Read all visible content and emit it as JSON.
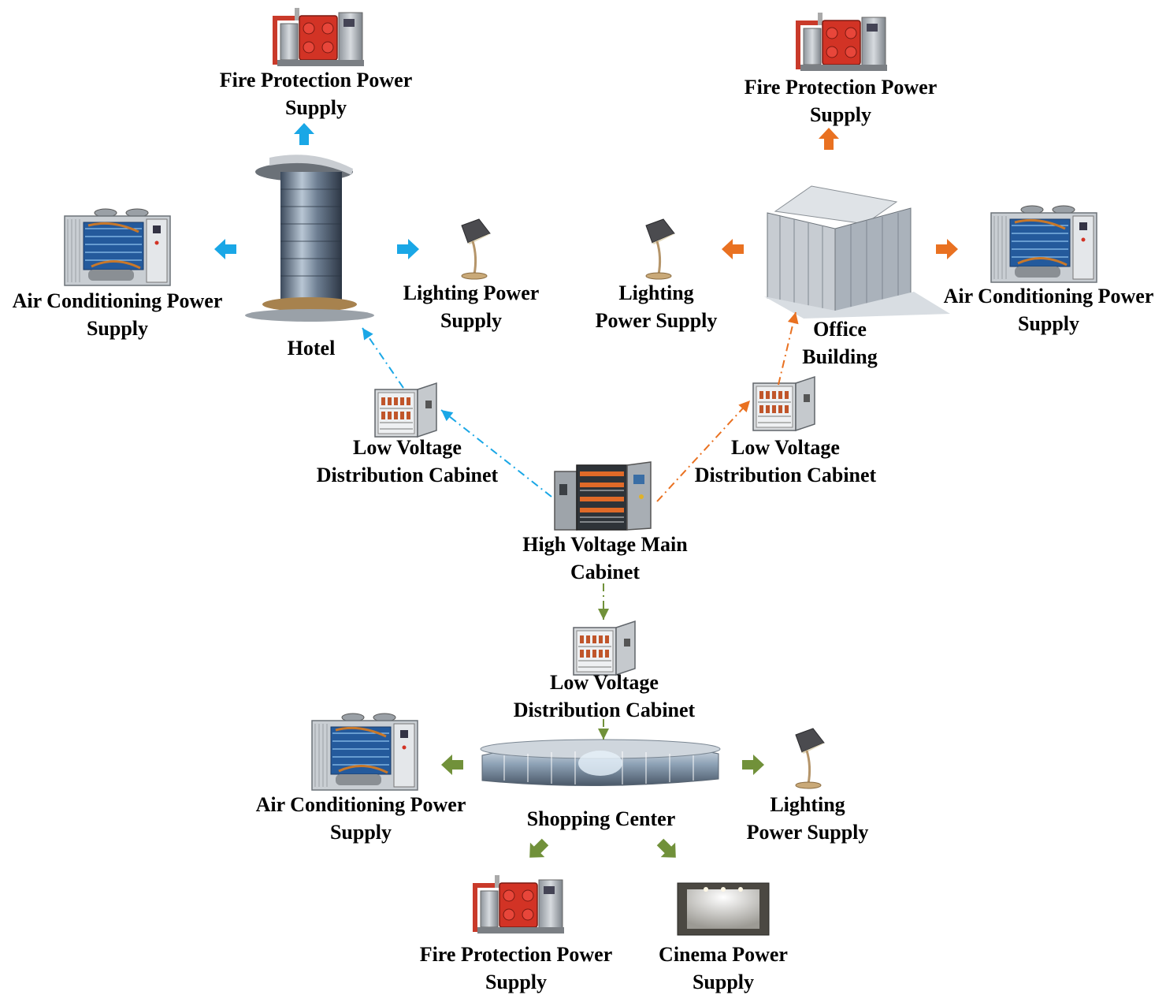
{
  "colors": {
    "hotel": "#1aa7e6",
    "office": "#e97121",
    "shopping": "#71913a"
  },
  "hotel": {
    "name": "Hotel",
    "fire": [
      "Fire Protection Power",
      "Supply"
    ],
    "ac": [
      "Air Conditioning Power",
      "Supply"
    ],
    "lighting": [
      "Lighting Power",
      "Supply"
    ],
    "lv": [
      "Low Voltage",
      "Distribution Cabinet"
    ]
  },
  "office": {
    "name": [
      "Office",
      "Building"
    ],
    "fire": [
      "Fire Protection Power",
      "Supply"
    ],
    "ac": [
      "Air Conditioning Power",
      "Supply"
    ],
    "lighting": [
      "Lighting",
      "Power Supply"
    ],
    "lv": [
      "Low Voltage",
      "Distribution Cabinet"
    ]
  },
  "main": {
    "hv": [
      "High Voltage Main",
      "Cabinet"
    ]
  },
  "shopping": {
    "lv": [
      "Low Voltage",
      "Distribution Cabinet"
    ],
    "name": "Shopping Center",
    "ac": [
      "Air Conditioning Power",
      "Supply"
    ],
    "lighting": [
      "Lighting",
      "Power Supply"
    ],
    "fire": [
      "Fire Protection Power",
      "Supply"
    ],
    "cinema": [
      "Cinema Power",
      "Supply"
    ]
  },
  "icons": [
    "fire-pump-icon",
    "hotel-tower-icon",
    "office-building-icon",
    "shopping-mall-icon",
    "air-conditioner-icon",
    "desk-lamp-icon",
    "distribution-cabinet-icon",
    "high-voltage-cabinet-icon",
    "cinema-screen-icon"
  ]
}
